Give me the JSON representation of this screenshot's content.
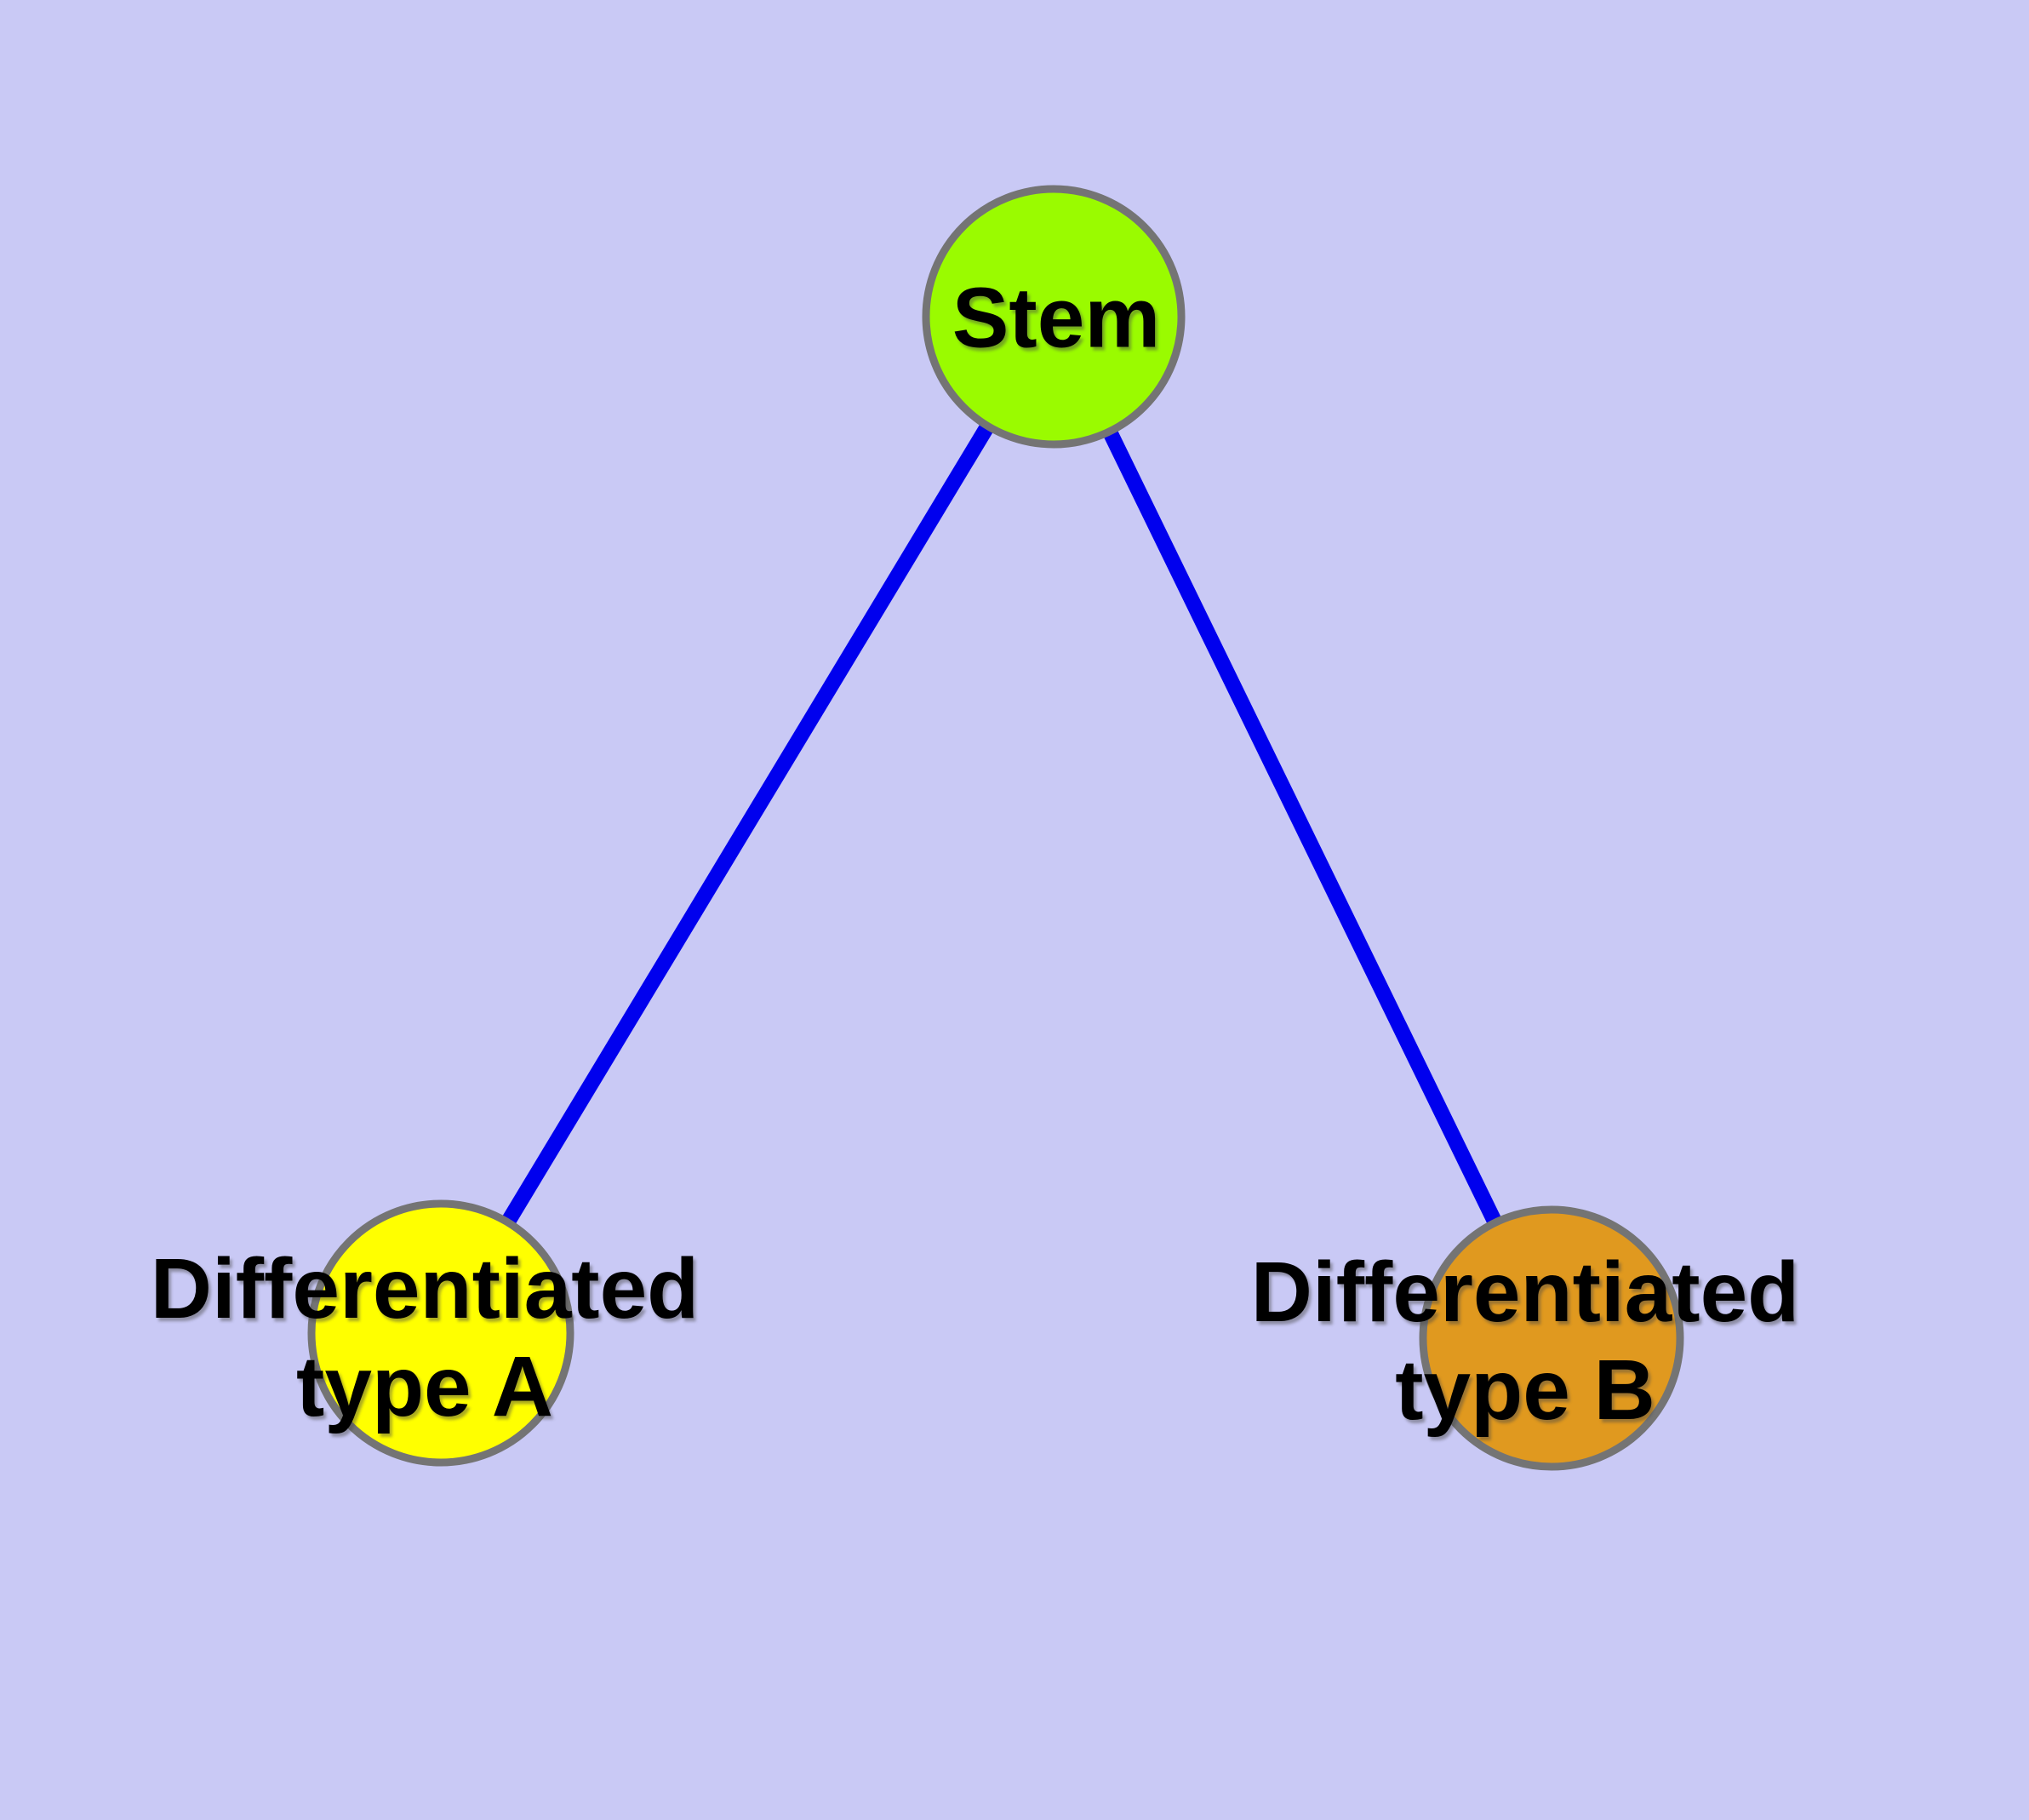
{
  "background_color": "#C9C9F5",
  "graph": {
    "edge_color": "#0000EE",
    "node_border_color": "#747474",
    "nodes": [
      {
        "id": "stem",
        "label": "Stem",
        "fill": "#9AFB00"
      },
      {
        "id": "type-a",
        "label": "Differentiated\ntype A",
        "fill": "#FFFF00"
      },
      {
        "id": "type-b",
        "label": "Differentiated\ntype B",
        "fill": "#E0991F"
      }
    ],
    "edges": [
      {
        "from": "stem",
        "to": "type-a"
      },
      {
        "from": "stem",
        "to": "type-b"
      }
    ]
  }
}
